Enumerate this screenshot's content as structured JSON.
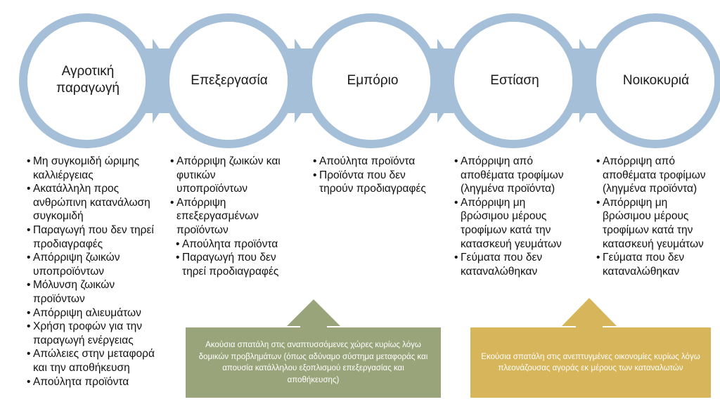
{
  "colors": {
    "ring": "#a5bfd9",
    "circle_fill": "#ffffff",
    "box_green": "#9aa47a",
    "box_gold": "#d7b55a"
  },
  "stages": [
    {
      "label": "Αγροτική παραγωγή"
    },
    {
      "label": "Επεξεργασία"
    },
    {
      "label": "Εμπόριο"
    },
    {
      "label": "Εστίαση"
    },
    {
      "label": "Νοικοκυριά"
    }
  ],
  "columns": [
    {
      "items": [
        {
          "text": "Μη συγκομιδή ώριμης καλλιέργειας",
          "sub": false
        },
        {
          "text": "Ακατάλληλη προς ανθρώπινη κατανάλωση συγκομιδή",
          "sub": false
        },
        {
          "text": "Παραγωγή που δεν τηρεί προδιαγραφές",
          "sub": false
        },
        {
          "text": "Απόρριψη ζωικών υποπροϊόντων",
          "sub": false
        },
        {
          "text": "Μόλυνση ζωικών προϊόντων",
          "sub": false
        },
        {
          "text": "Απόρριψη αλιευμάτων",
          "sub": false
        },
        {
          "text": "Χρήση τροφών για την παραγωγή ενέργειας",
          "sub": false
        },
        {
          "text": "Απώλειες στην μεταφορά και την αποθήκευση",
          "sub": false
        },
        {
          "text": "Απούλητα προϊόντα",
          "sub": false
        }
      ]
    },
    {
      "items": [
        {
          "text": "Απόρριψη ζωικών και φυτικών υποπροϊόντων",
          "sub": false
        },
        {
          "text": "Απόρριψη επεξεργασμένων προϊόντων",
          "sub": false
        },
        {
          "text": "Απούλητα προϊόντα",
          "sub": true
        },
        {
          "text": "Παραγωγή που δεν τηρεί προδιαγραφές",
          "sub": true
        }
      ]
    },
    {
      "items": [
        {
          "text": "Απούλητα προϊόντα",
          "sub": false
        },
        {
          "text": "Προϊόντα που δεν τηρούν προδιαγραφές",
          "sub": false
        }
      ]
    },
    {
      "items": [
        {
          "text": "Απόρριψη από αποθέματα τροφίμων (ληγμένα προϊόντα)",
          "sub": false
        },
        {
          "text": "Απόρριψη μη βρώσιμου μέρους τροφίμων κατά την κατασκευή γευμάτων",
          "sub": false
        },
        {
          "text": "Γεύματα που δεν καταναλώθηκαν",
          "sub": false
        }
      ]
    },
    {
      "items": [
        {
          "text": "Απόρριψη από αποθέματα τροφίμων (ληγμένα προϊόντα)",
          "sub": false
        },
        {
          "text": "Απόρριψη μη βρώσιμου μέρους τροφίμων κατά την κατασκευή γευμάτων",
          "sub": false
        },
        {
          "text": "Γεύματα που δεν καταναλώθηκαν",
          "sub": false
        }
      ]
    }
  ],
  "notes": [
    {
      "text": "Ακούσια σπατάλη στις αναπτυσσόμενες χώρες κυρίως λόγω δομικών προβλημάτων (όπως αδύναμο σύστημα μεταφοράς και απουσία κατάλληλου εξοπλισμού επεξεργασίας και αποθήκευσης)"
    },
    {
      "text": "Εκούσια σπατάλη στις ανεπτυγμένες οικονομίες κυρίως λόγω πλεονάζουσας αγοράς εκ μέρους των καταναλωτών"
    }
  ]
}
